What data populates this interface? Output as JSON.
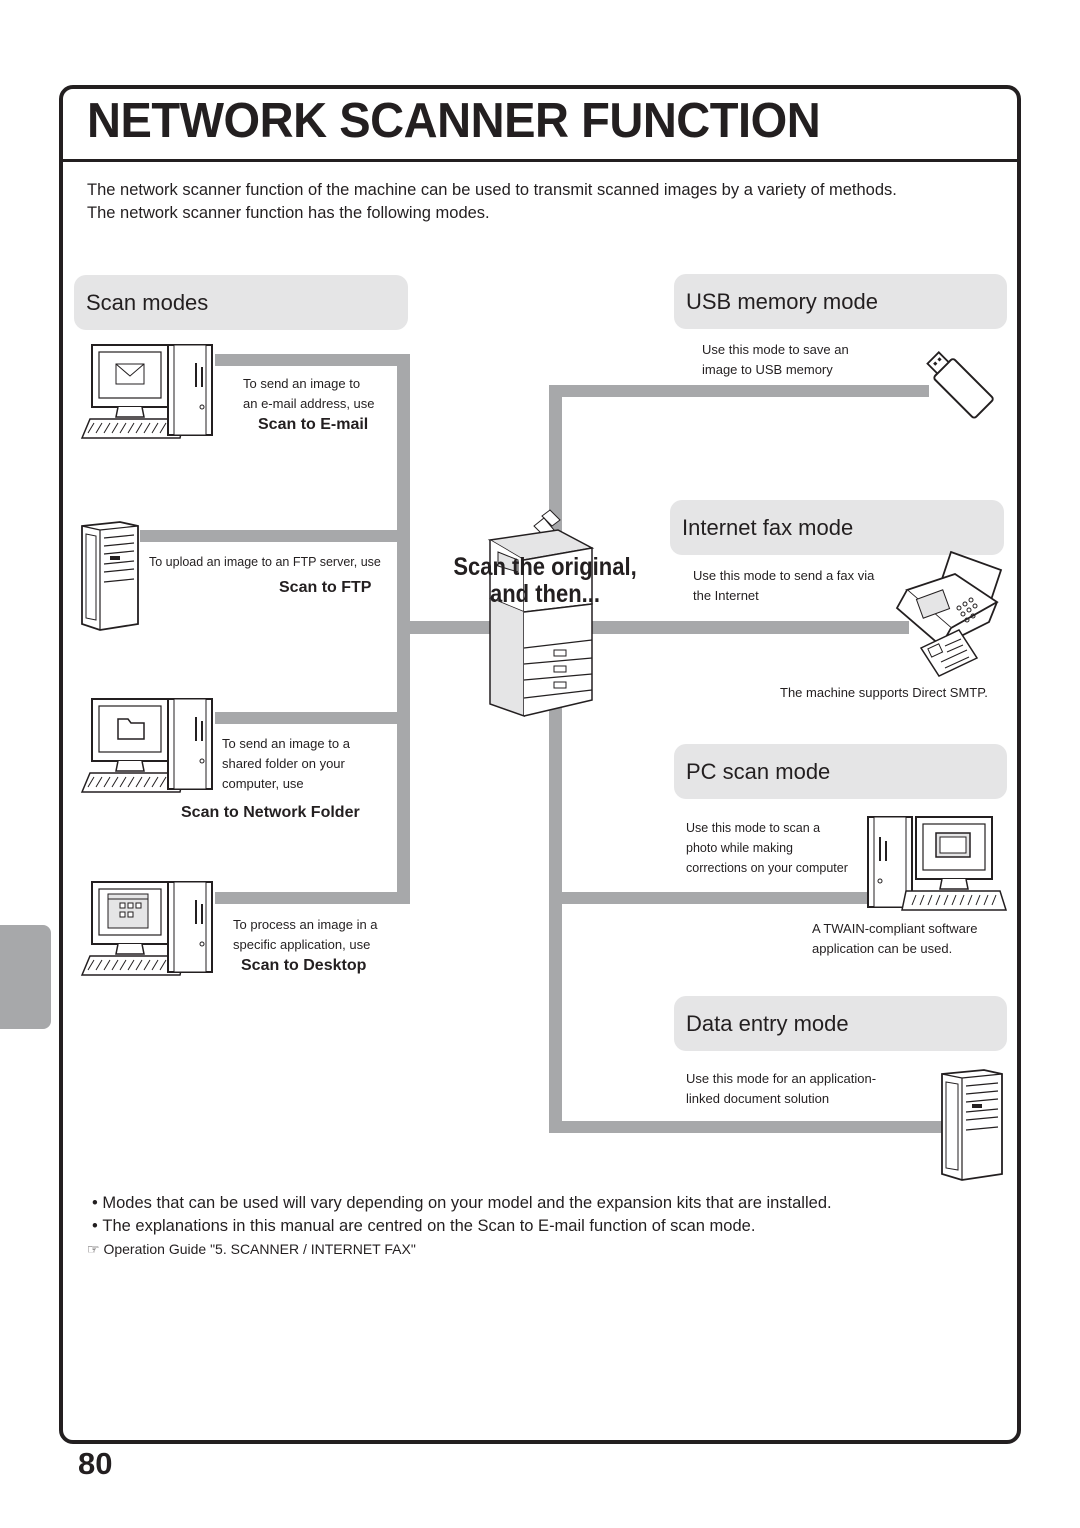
{
  "title": "NETWORK SCANNER FUNCTION",
  "intro": [
    "The network scanner function of the machine can be used to transmit scanned images by a variety of methods.",
    "The network scanner function has the following modes."
  ],
  "center_label": [
    "Scan the original,",
    "and then..."
  ],
  "scan_modes": {
    "heading": "Scan modes",
    "email": {
      "desc": [
        "To send an image to",
        "an e-mail address, use"
      ],
      "name": "Scan to E-mail"
    },
    "ftp": {
      "desc": [
        "To upload an image to an FTP server, use"
      ],
      "name": "Scan to FTP"
    },
    "network_folder": {
      "desc": [
        "To send an image to a",
        "shared folder on your",
        "computer, use"
      ],
      "name": "Scan to Network Folder"
    },
    "desktop": {
      "desc": [
        "To process an image in a",
        "specific application, use"
      ],
      "name": "Scan to Desktop"
    }
  },
  "usb_mode": {
    "heading": "USB memory mode",
    "desc": [
      "Use this mode to save an",
      "image to USB memory"
    ]
  },
  "internet_fax_mode": {
    "heading": "Internet fax mode",
    "desc": [
      "Use this mode to send a fax via",
      "the Internet"
    ],
    "note": "The machine supports Direct SMTP."
  },
  "pc_scan_mode": {
    "heading": "PC scan mode",
    "desc": [
      "Use this mode to scan a",
      "photo while making",
      "corrections on your computer"
    ],
    "note": [
      "A TWAIN-compliant software",
      "application can be used."
    ]
  },
  "data_entry_mode": {
    "heading": "Data entry mode",
    "desc": [
      "Use this mode for an application-",
      "linked document solution"
    ]
  },
  "notes": [
    "Modes that can be used will vary depending on your model and the expansion kits that are installed.",
    "The explanations in this manual are centred on the Scan to E-mail function of scan mode."
  ],
  "reference": "Operation Guide \"5. SCANNER / INTERNET FAX\"",
  "page_number": "80",
  "colors": {
    "pill": "#e5e5e6",
    "connector": "#a7a8aa",
    "text": "#231f20"
  },
  "icons": [
    "computer-email-icon",
    "server-icon",
    "computer-folder-icon",
    "computer-app-icon",
    "mfp-icon",
    "usb-drive-icon",
    "fax-machine-icon",
    "computer-photo-icon",
    "server-icon"
  ]
}
